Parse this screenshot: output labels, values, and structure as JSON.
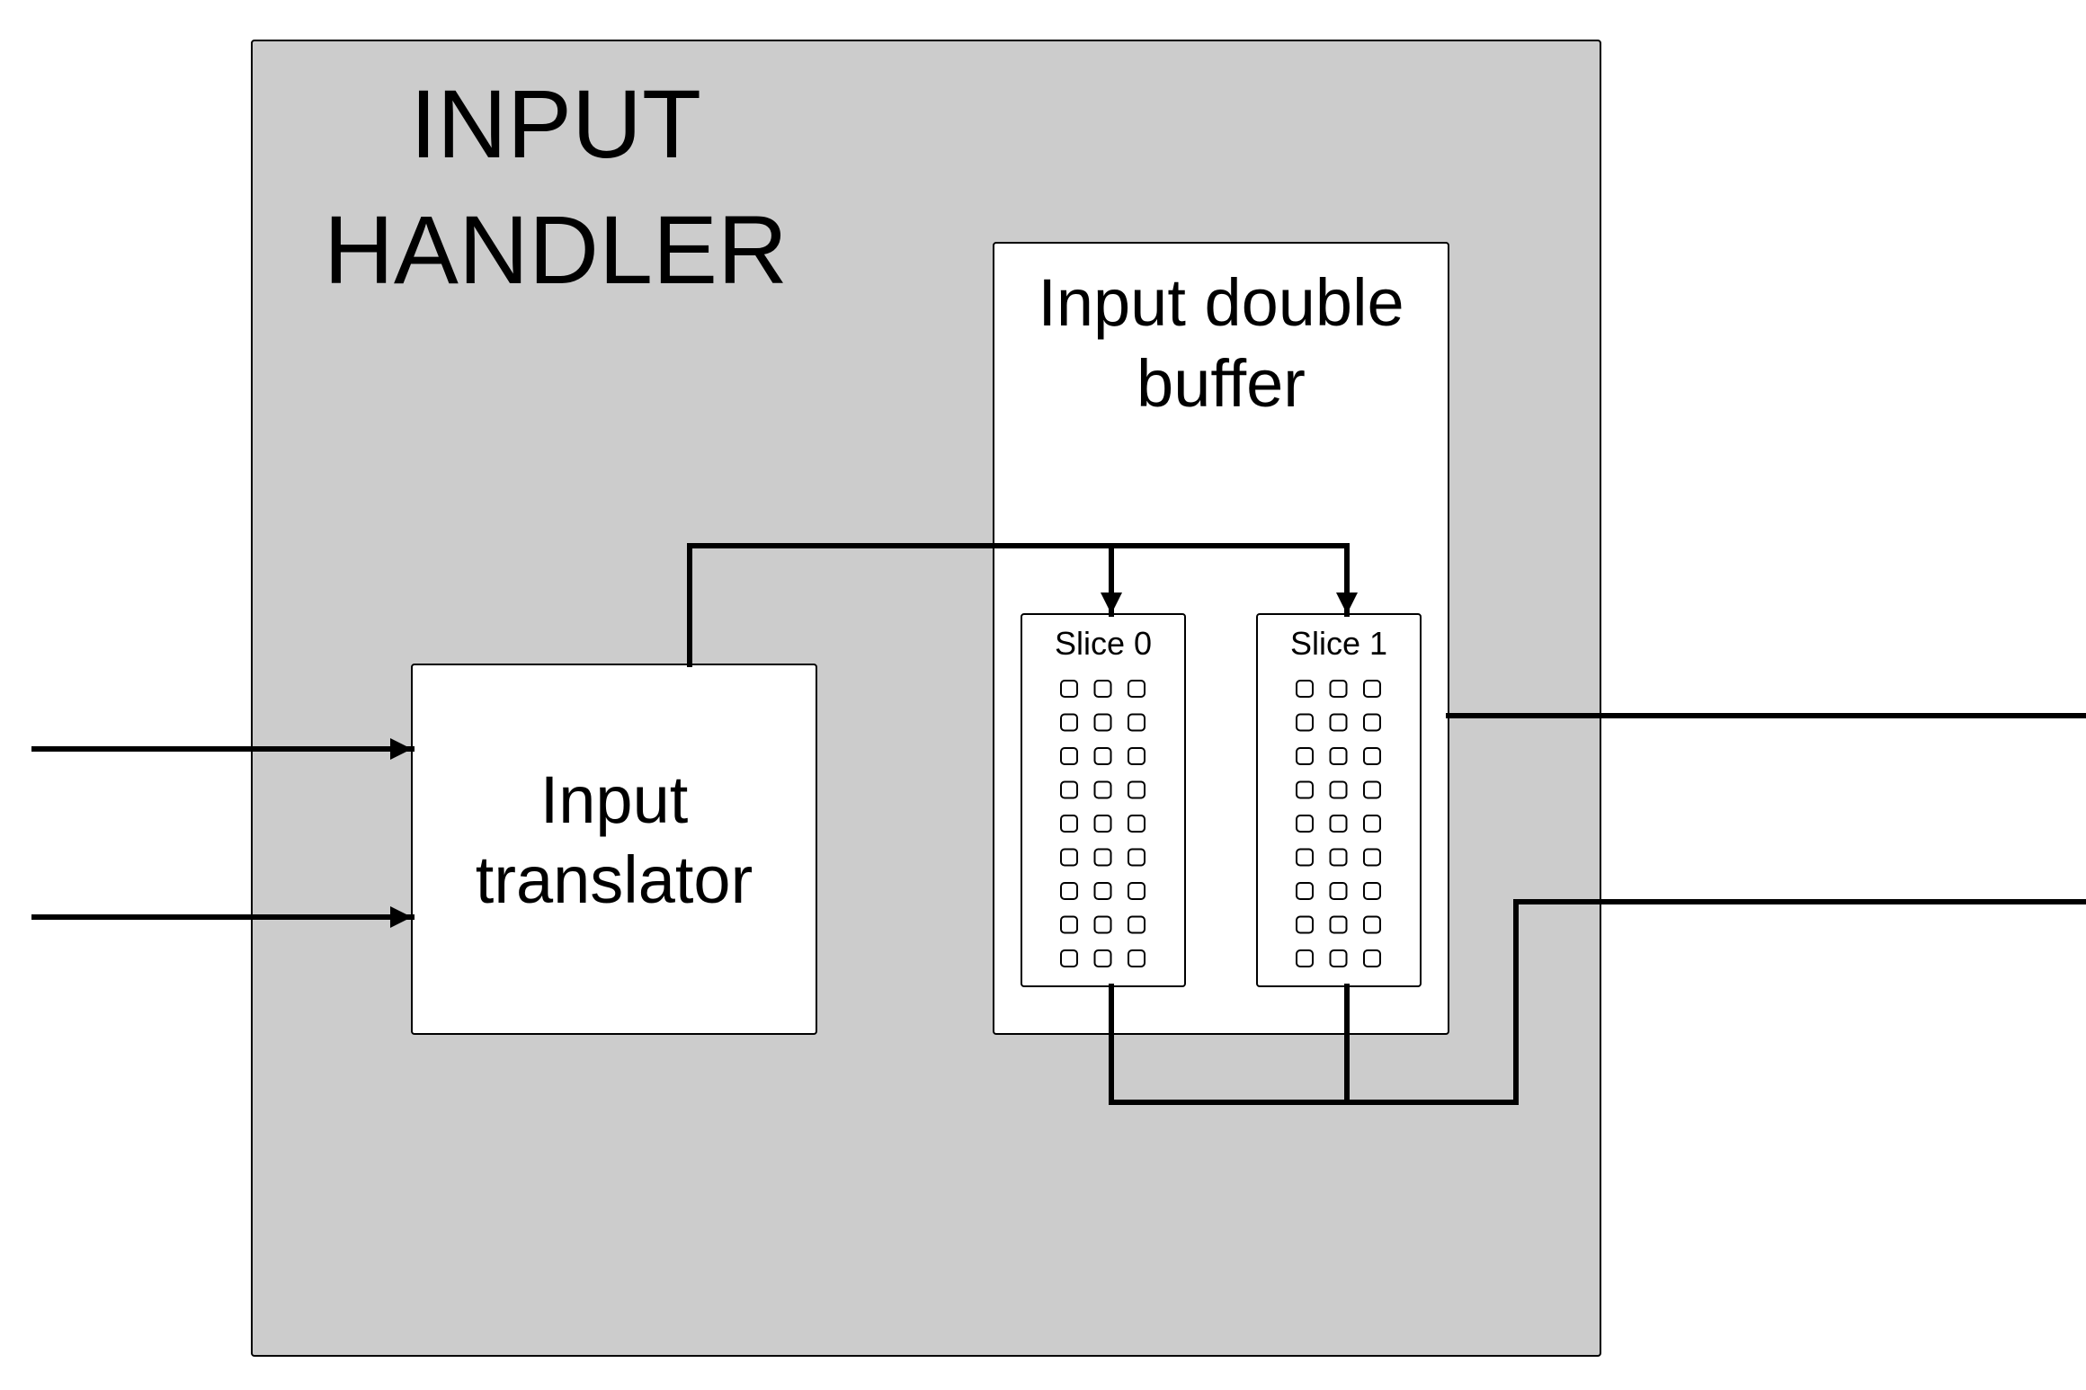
{
  "handler": {
    "title_line1": "INPUT",
    "title_line2": "HANDLER"
  },
  "translator": {
    "label_line1": "Input",
    "label_line2": "translator"
  },
  "double_buffer": {
    "label_line1": "Input double",
    "label_line2": "buffer"
  },
  "slices": [
    {
      "label": "Slice 0",
      "rows": 9,
      "cols": 3
    },
    {
      "label": "Slice 1",
      "rows": 9,
      "cols": 3
    }
  ],
  "colors": {
    "handler_fill": "#cccccc",
    "box_fill": "#ffffff",
    "line": "#000000"
  }
}
